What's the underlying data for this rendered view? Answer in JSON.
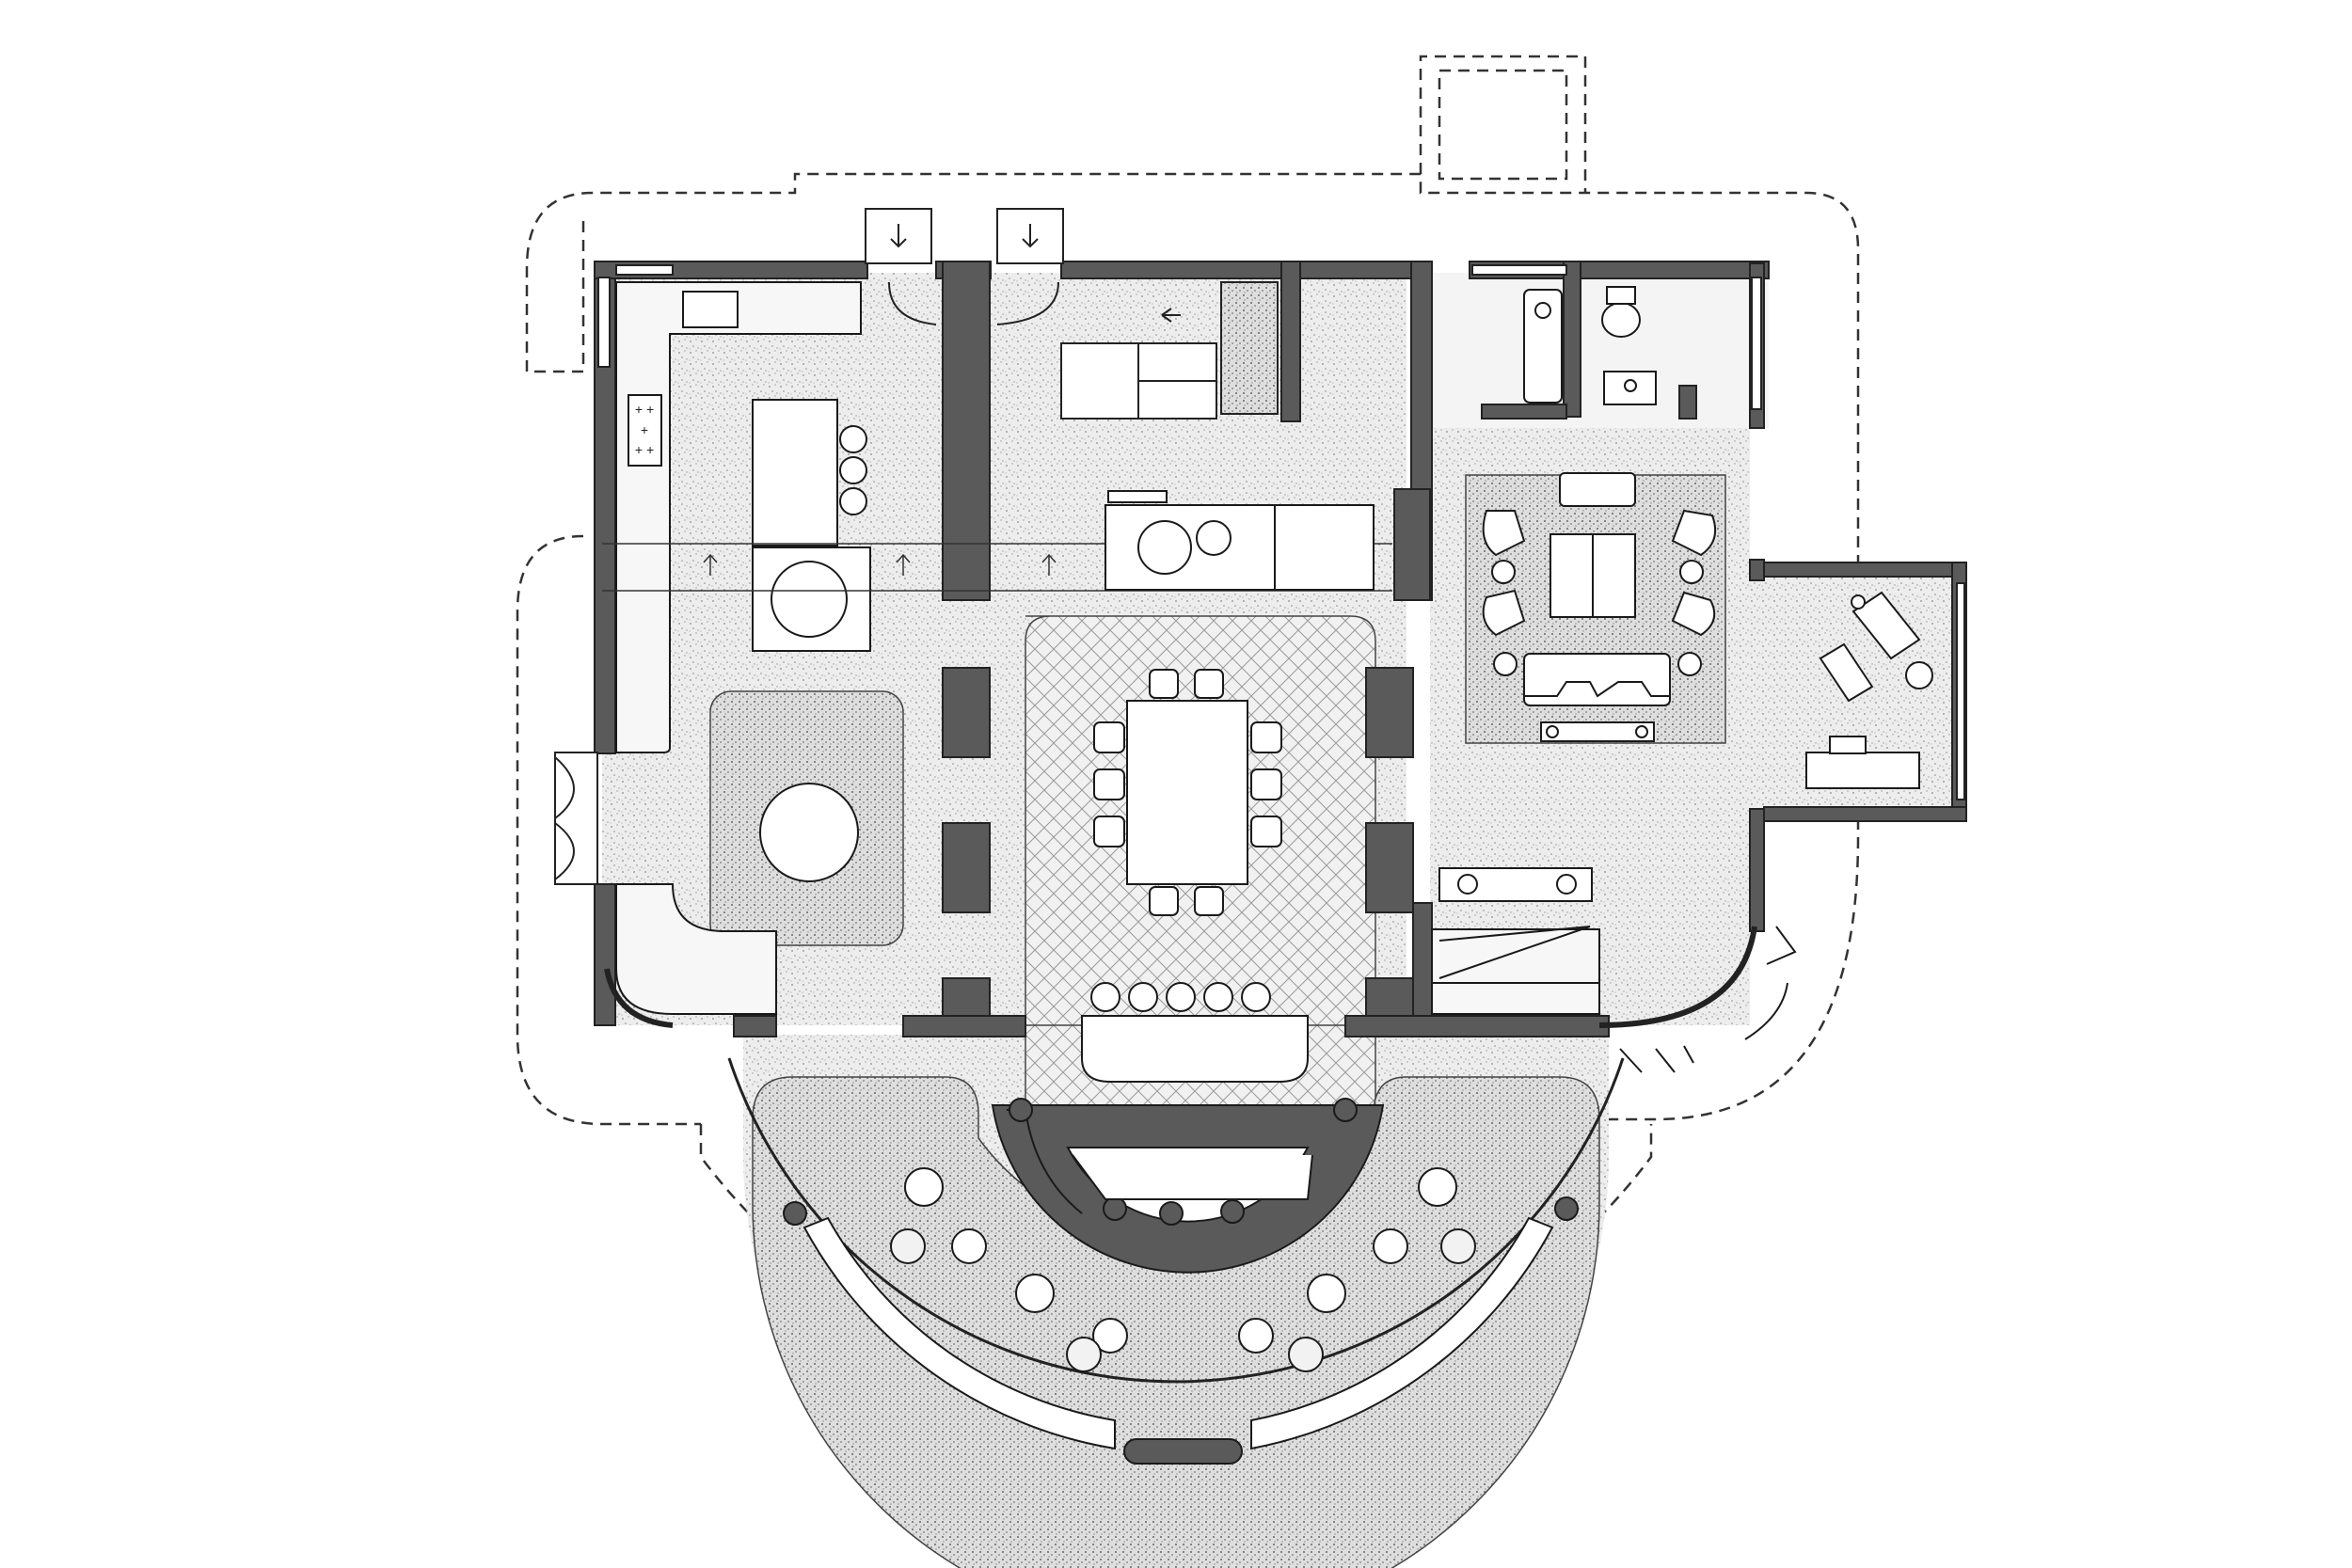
{
  "diagram": {
    "type": "architectural-floor-plan",
    "text_labels": [],
    "colors": {
      "background": "#ffffff",
      "wall_fill": "#555555",
      "wall_stroke": "#222222",
      "floor_fill": "#ececec",
      "rug_fill": "#dcdcdc",
      "line": "#1a1a1a",
      "furniture_fill": "#ffffff"
    },
    "icons": [
      "stair-arrow-icon",
      "direction-arrow-icon",
      "door-swing-icon",
      "sink-icon",
      "toilet-icon",
      "bathtub-icon",
      "hob-icon"
    ],
    "rooms": [
      "kitchen",
      "entry-hall",
      "staircase",
      "dining-room",
      "living-room",
      "bathroom",
      "study",
      "semicircular-lounge"
    ]
  }
}
